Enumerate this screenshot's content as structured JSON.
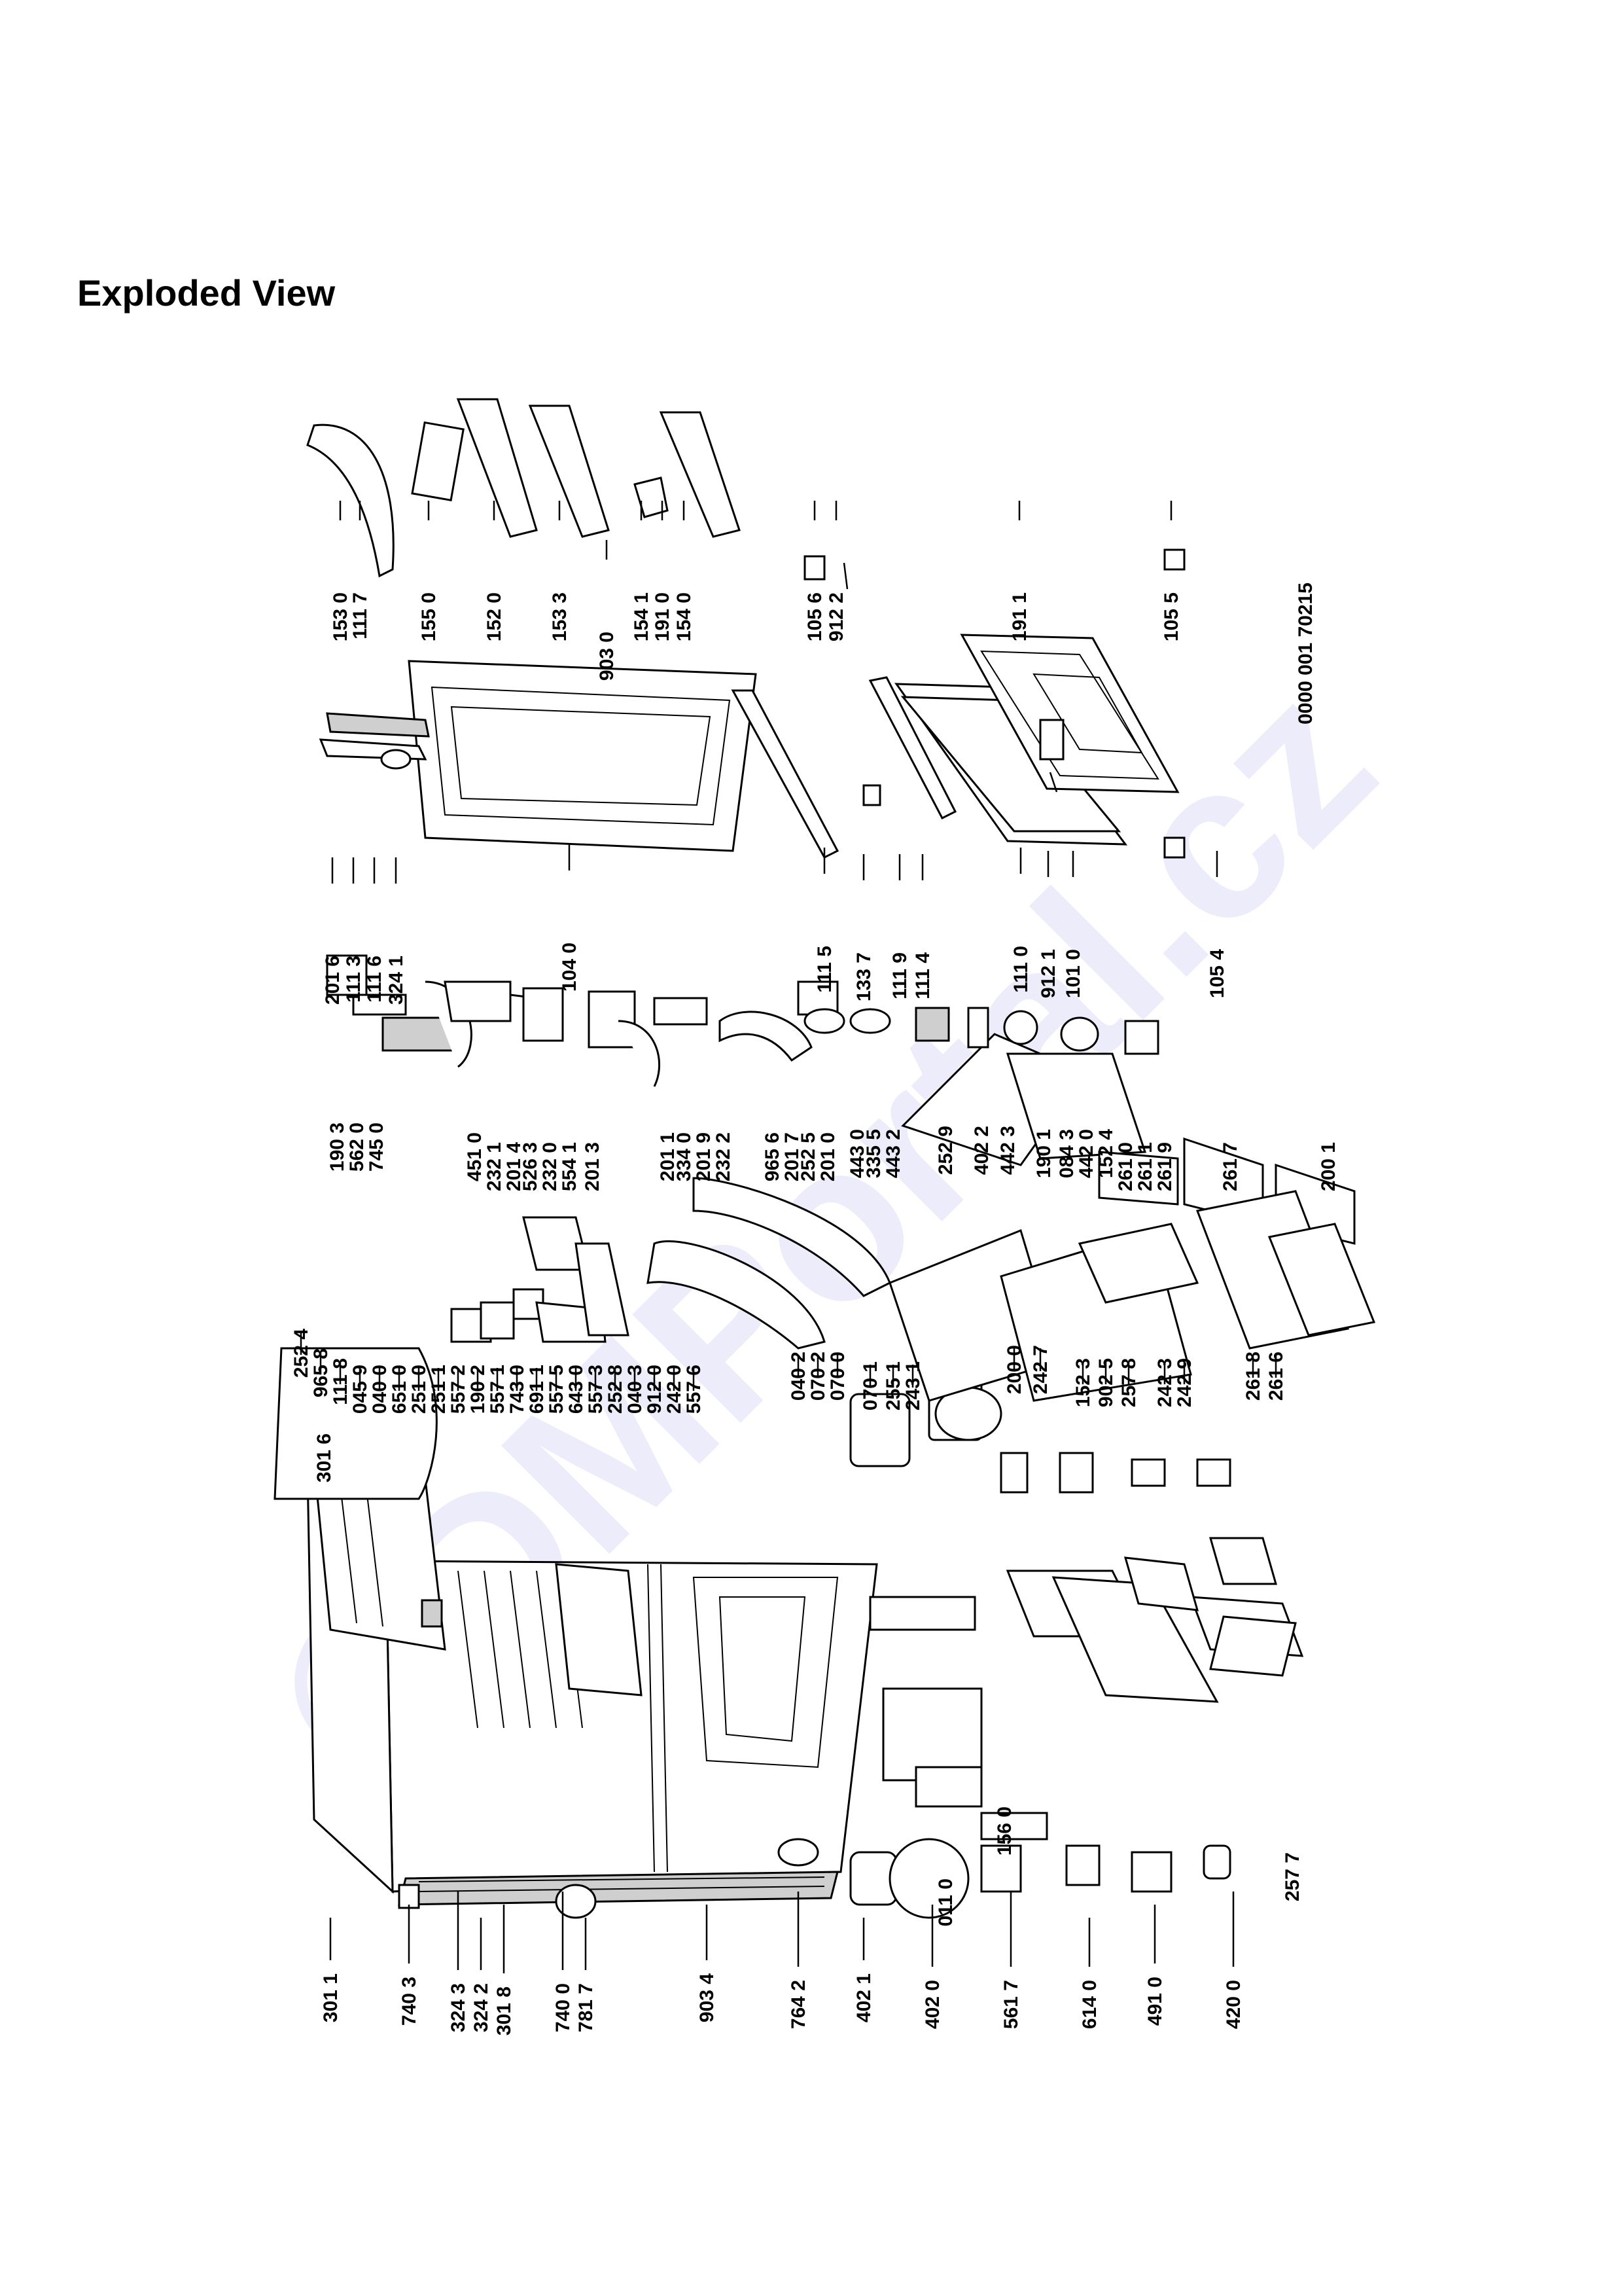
{
  "title": "Exploded View",
  "watermark": "©DMPortal.cz",
  "drawing_number": "0000 001 70215",
  "labels": {
    "left_column": [
      "301 1",
      "740 3",
      "324 3",
      "324 2",
      "301 8",
      "740 0",
      "781 7",
      "903 4",
      "764 2",
      "402 1",
      "402 0",
      "561 7",
      "614 0",
      "491 0",
      "420 0"
    ],
    "bottom_row": [
      "301 6",
      "011 0",
      "156 0",
      "257 7"
    ],
    "mid_column": [
      "252 4",
      "965 8",
      "111 8",
      "045 9",
      "040 0",
      "651 0",
      "251 0",
      "251 1",
      "557 2",
      "190 2",
      "557 1",
      "743 0",
      "691 1",
      "557 5",
      "643 0",
      "557 3",
      "252 8",
      "040 3",
      "912 0",
      "242 0",
      "557 6",
      "040 2",
      "070 2",
      "070 0",
      "070 1",
      "255 1",
      "243 1",
      "200 0",
      "242 7",
      "152 3",
      "902 5",
      "257 8",
      "242 3",
      "242 9",
      "261 8",
      "261 6"
    ],
    "inner_column": [
      "190 3",
      "562 0",
      "745 0",
      "451 0",
      "232 1",
      "201 4",
      "526 3",
      "232 0",
      "554 1",
      "201 3",
      "201 1",
      "334 0",
      "201 9",
      "232 2",
      "965 6",
      "201 7",
      "252 5",
      "201 0",
      "443 0",
      "335 5",
      "443 2",
      "252 9",
      "402 2",
      "442 3",
      "190 1",
      "084 3",
      "442 0",
      "152 4",
      "261 0",
      "261 1",
      "261 9",
      "261 7",
      "200 1"
    ],
    "right_column": [
      "201 6",
      "111 3",
      "111 6",
      "324 1",
      "104 0",
      "111 5",
      "133 7",
      "111 9",
      "111 4",
      "111 0",
      "912 1",
      "101 0",
      "105 4"
    ],
    "top_right": [
      "153 0",
      "111 7",
      "155 0",
      "152 0",
      "153 3",
      "903 0",
      "154 1",
      "191 0",
      "154 0",
      "105 6",
      "912 2",
      "191 1",
      "105 5"
    ]
  }
}
